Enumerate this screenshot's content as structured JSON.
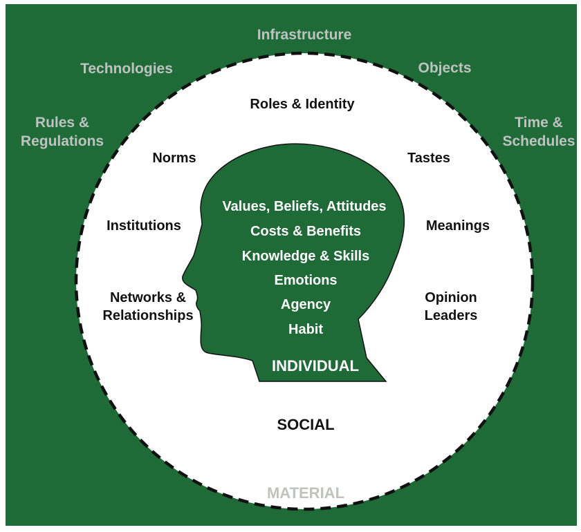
{
  "colors": {
    "background": "#1e6b38",
    "circle_fill": "#ffffff",
    "circle_border": "#111111",
    "head_fill": "#1e6b38",
    "outer_text": "#bfc3bf",
    "social_text": "#111111",
    "individual_text": "#ffffff"
  },
  "material": {
    "title": "MATERIAL",
    "infrastructure": "Infrastructure",
    "technologies": "Technologies",
    "objects": "Objects",
    "rules_line1": "Rules &",
    "rules_line2": "Regulations",
    "time_line1": "Time &",
    "time_line2": "Schedules"
  },
  "social": {
    "title": "SOCIAL",
    "roles": "Roles & Identity",
    "norms": "Norms",
    "tastes": "Tastes",
    "institutions": "Institutions",
    "meanings": "Meanings",
    "networks_line1": "Networks &",
    "networks_line2": "Relationships",
    "opinion_line1": "Opinion",
    "opinion_line2": "Leaders"
  },
  "individual": {
    "title": "INDIVIDUAL",
    "items": [
      "Values, Beliefs, Attitudes",
      "Costs & Benefits",
      "Knowledge & Skills",
      "Emotions",
      "Agency",
      "Habit"
    ]
  }
}
